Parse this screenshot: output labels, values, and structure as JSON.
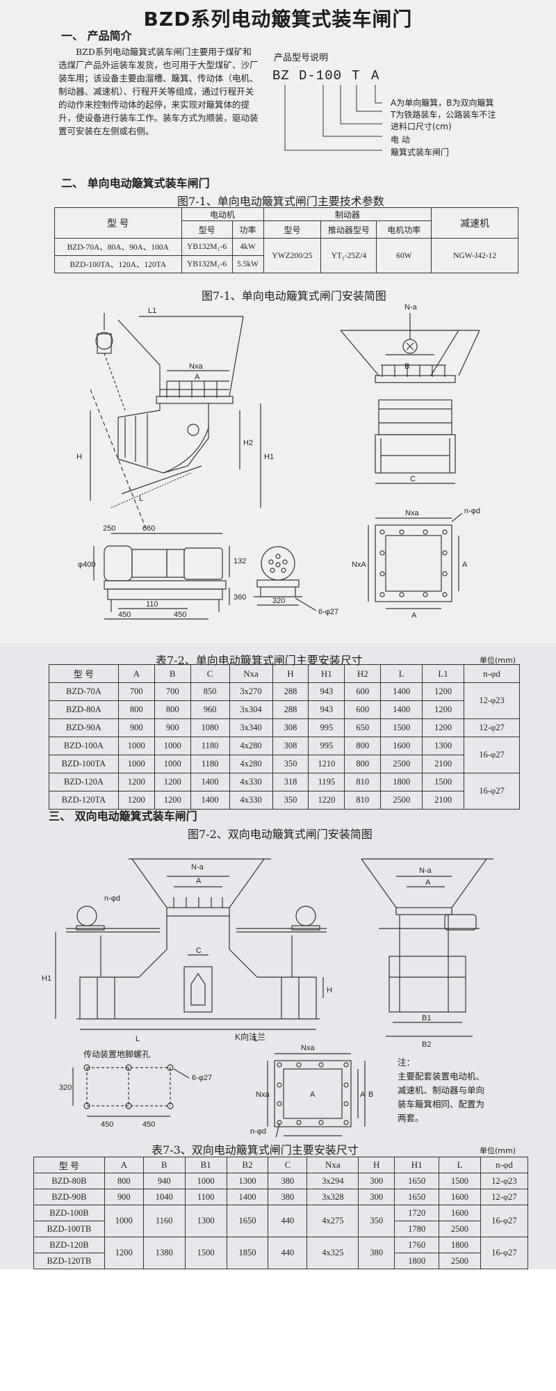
{
  "title": "BZD系列电动簸箕式装车闸门",
  "section1": {
    "heading": "一、   产品简介",
    "intro": "BZD系列电动簸箕式装车闸门主要用于煤矿和选煤厂产品外运装车发货，也可用于大型煤矿、沙厂装车用；该设备主要由溜槽、簸箕、传动体（电机、制动器、减速机）、行程开关等组成，通过行程开关的动作来控制传动体的起停，来实现对簸箕体的提升，使设备进行装车工作。装车方式为顺装，驱动装置可安装在左侧或右侧。"
  },
  "model_code": {
    "label": "产品型号说明",
    "parts": [
      "BZ",
      "D-100",
      "T",
      "A"
    ],
    "explain": [
      "A为单向簸箕，B为双向簸箕",
      "T为铁路装车，公路装车不注",
      "进料口尺寸(cm)",
      "电        动",
      "簸箕式装车闸门"
    ]
  },
  "section2": {
    "heading": "二、 单向电动簸箕式装车闸门"
  },
  "table1": {
    "caption": "图7-1、单向电动簸箕式闸门主要技术参数",
    "h_model": "型    号",
    "h_motor": "电动机",
    "h_brake": "制动器",
    "h_reducer": "减速机",
    "h_sub": [
      "型号",
      "功率",
      "型号",
      "推动器型号",
      "电机功率"
    ],
    "rows": [
      [
        "BZD-70A、80A、90A、100A",
        "YB132M₁-6",
        "4kW"
      ],
      [
        "BZD-100TA、120A、120TA",
        "YB132M₁-6",
        "5.5kW"
      ]
    ],
    "brake_model": "YWZ200/25",
    "pusher_model": "YT₁-25Z/4",
    "brake_power": "60W",
    "reducer": "NGW-J42-12"
  },
  "fig1": {
    "caption": "图7-1、单向电动簸箕式闸门安装简图",
    "labels": {
      "L1": "L1",
      "Nxa": "Nxa",
      "A": "A",
      "H": "H",
      "H1": "H1",
      "H2": "H2",
      "L": "L",
      "Na": "N-a",
      "B": "B",
      "C": "C",
      "d250": "250",
      "d660": "660",
      "d132": "132",
      "d400": "φ400",
      "d360": "360",
      "d110": "110",
      "d450a": "450",
      "d450b": "450",
      "d320": "320",
      "d6phi27": "6-φ27",
      "nphid": "n-φd",
      "NxA": "NxA"
    }
  },
  "table2": {
    "caption": "表7-2、单向电动簸箕式闸门主要安装尺寸",
    "unit": "单位(mm)",
    "headers": [
      "型  号",
      "A",
      "B",
      "C",
      "Nxa",
      "H",
      "H1",
      "H2",
      "L",
      "L1",
      "n-φd"
    ],
    "rows": [
      [
        "BZD-70A",
        "700",
        "700",
        "850",
        "3x270",
        "288",
        "943",
        "600",
        "1400",
        "1200"
      ],
      [
        "BZD-80A",
        "800",
        "800",
        "960",
        "3x304",
        "288",
        "943",
        "600",
        "1400",
        "1200"
      ],
      [
        "BZD-90A",
        "900",
        "900",
        "1080",
        "3x340",
        "308",
        "995",
        "650",
        "1500",
        "1200"
      ],
      [
        "BZD-100A",
        "1000",
        "1000",
        "1180",
        "4x280",
        "308",
        "995",
        "800",
        "1600",
        "1300"
      ],
      [
        "BZD-100TA",
        "1000",
        "1000",
        "1180",
        "4x280",
        "350",
        "1210",
        "800",
        "2500",
        "2100"
      ],
      [
        "BZD-120A",
        "1200",
        "1200",
        "1400",
        "4x330",
        "318",
        "1195",
        "810",
        "1800",
        "1500"
      ],
      [
        "BZD-120TA",
        "1200",
        "1200",
        "1400",
        "4x330",
        "350",
        "1220",
        "810",
        "2500",
        "2100"
      ]
    ],
    "nphid": [
      "12-φ23",
      "12-φ27",
      "16-φ27",
      "16-φ27"
    ]
  },
  "section3": {
    "heading": "三、 双向电动簸箕式装车闸门"
  },
  "fig2": {
    "caption": "图7-2、双向电动簸箕式闸门安装简图",
    "labels": {
      "Na": "N-a",
      "A": "A",
      "nphid": "n-φd",
      "H1": "H1",
      "C": "C",
      "H": "H",
      "L": "L",
      "B1": "B1",
      "B2": "B2",
      "Na2": "N-a",
      "bolt_title": "传动装置地脚螺孔",
      "d6phi27": "6-φ27",
      "d320": "320",
      "d450a": "450",
      "d450b": "450",
      "kflange": "K向法兰",
      "Nxa": "Nxa",
      "A2": "A",
      "B": "B",
      "Nxa2": "Nxa",
      "nphid2": "n-φd",
      "Bb": "B"
    },
    "note": [
      "注：",
      "主要配套装置电动机、",
      "减速机、制动器与单向",
      "装车簸箕相同、配置为",
      "两套。"
    ]
  },
  "table3": {
    "caption": "表7-3、双向电动簸箕式闸门主要安装尺寸",
    "unit": "单位(mm)",
    "headers": [
      "型  号",
      "A",
      "B",
      "B1",
      "B2",
      "C",
      "Nxa",
      "H",
      "H1",
      "L",
      "n-φd"
    ],
    "r80": [
      "BZD-80B",
      "800",
      "940",
      "1000",
      "1300",
      "380",
      "3x294",
      "300",
      "1650",
      "1500",
      "12-φ23"
    ],
    "r90": [
      "BZD-90B",
      "900",
      "1040",
      "1100",
      "1400",
      "380",
      "3x328",
      "300",
      "1650",
      "1600",
      "12-φ27"
    ],
    "m100": [
      "BZD-100B",
      "BZD-100TB"
    ],
    "g100": [
      "1000",
      "1160",
      "1300",
      "1650",
      "440",
      "4x275",
      "350"
    ],
    "h1_100": [
      "1720",
      "1780"
    ],
    "l_100": [
      "1600",
      "2500"
    ],
    "n_100": "16-φ27",
    "m120": [
      "BZD-120B",
      "BZD-120TB"
    ],
    "g120": [
      "1200",
      "1380",
      "1500",
      "1850",
      "440",
      "4x325",
      "380"
    ],
    "h1_120": [
      "1760",
      "1800"
    ],
    "l_120": [
      "1800",
      "2500"
    ],
    "n_120": "16-φ27"
  }
}
